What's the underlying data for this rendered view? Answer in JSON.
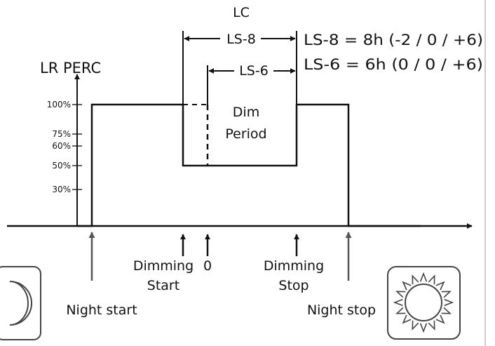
{
  "colors": {
    "line": "#111111",
    "arrow_gray": "#555555",
    "icon_stroke": "#444444",
    "border": "#999999"
  },
  "labels": {
    "lc": "LC",
    "ls8_span": "LS-8",
    "ls6_span": "LS-6",
    "ls8_def": "LS-8 = 8h (-2 / 0 / +6)",
    "ls6_def": "LS-6 = 6h (0 / 0 / +6)",
    "y_axis": "LR PERC",
    "dim_period_line1": "Dim",
    "dim_period_line2": "Period",
    "dimming_start_line1": "Dimming",
    "dimming_start_line2": "Start",
    "zero": "0",
    "dimming_stop_line1": "Dimming",
    "dimming_stop_line2": "Stop",
    "night_start": "Night start",
    "night_stop": "Night stop"
  },
  "y_ticks": [
    {
      "label": "100%",
      "value": 100
    },
    {
      "label": "75%",
      "value": 75
    },
    {
      "label": "60%",
      "value": 60
    },
    {
      "label": "50%",
      "value": 50
    },
    {
      "label": "30%",
      "value": 30
    }
  ],
  "icons": {
    "left": "moon-icon",
    "right": "sun-icon"
  }
}
